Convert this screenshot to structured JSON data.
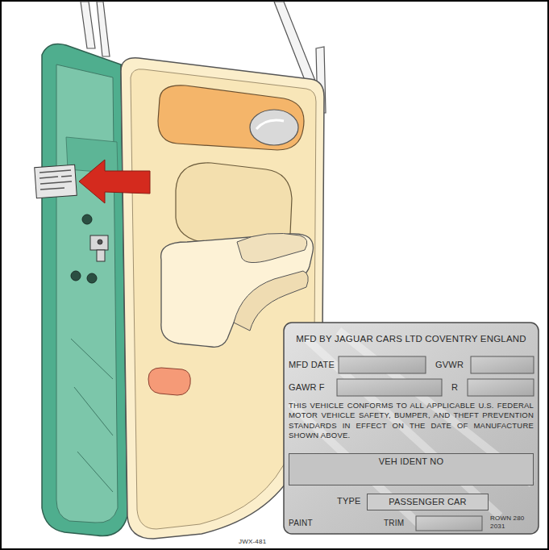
{
  "diagram": {
    "nodes": [
      {
        "text": [
          "MFD BY JAGUAR CARS LTD COVENTRY ENGLAND"
        ]
      },
      {
        "text": [
          "VEH IDENT NO"
        ],
        "in": 0
      },
      {
        "text": [
          "PASSENGER CAR"
        ],
        "in": 0
      }
    ],
    "labels": [
      "MFD DATE",
      "GVWR",
      "GAWR F",
      "R",
      "THIS VEHICLE CONFORMS TO ALL APPLICABLE U.S. FEDERAL MOTOR VEHICLE SAFETY, BUMPER, AND THEFT PREVENTION STANDARDS IN EFFECT ON THE DATE OF MANUFACTURE SHOWN ABOVE.",
      "TYPE",
      "PAINT",
      "TRIM",
      "ROWN 280 2031",
      "JWX-481"
    ]
  }
}
